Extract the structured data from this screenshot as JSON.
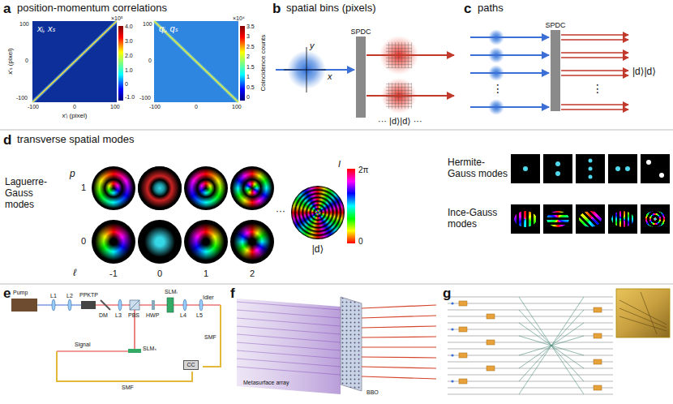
{
  "diagram": {
    "nodes": [
      {
        "text": [
          "SPDC"
        ]
      },
      {
        "text": [
          "SPDC"
        ]
      },
      {
        "text": [
          "CC"
        ]
      }
    ],
    "labels": [
      "a",
      "position-momentum correlations",
      "xᵢ, xₛ",
      "×10⁵",
      "4.0",
      "3.0",
      "2.0",
      "1.0",
      "0",
      "-1.0",
      "100",
      "0",
      "-100",
      "-100",
      "0",
      "100",
      "x′ₛ (pixel)",
      "x′ᵢ (pixel)",
      "qᵢ, qₛ",
      "×10⁴",
      "3.5",
      "3",
      "2.5",
      "2",
      "1.5",
      "1",
      "0.5",
      "0",
      "Coincidence counts",
      "100",
      "0",
      "-100",
      "-100",
      "0",
      "100",
      "b",
      "spatial bins (pixels)",
      "y",
      "x",
      "··· |d⟩|d⟩ ···",
      "c",
      "paths",
      "⋮",
      "|d⟩|d⟩",
      "⋮",
      "d",
      "transverse spatial modes",
      "Laguerre-Gauss modes",
      "p",
      "1",
      "0",
      "ℓ",
      "-1",
      "0",
      "1",
      "2",
      "···",
      "|d⟩",
      "I",
      "2π",
      "0",
      "Hermite-Gauss modes",
      "Ince-Gauss modes",
      "e",
      "f",
      "g",
      "Pump",
      "L1",
      "L2",
      "PPKTP",
      "DM",
      "L3",
      "PBS",
      "HWP",
      "SLMᵢ",
      "L4",
      "L5",
      "Idler",
      "SLMₛ",
      "Signal",
      "SMF",
      "SMF",
      "Metasurface array",
      "BBO"
    ]
  }
}
